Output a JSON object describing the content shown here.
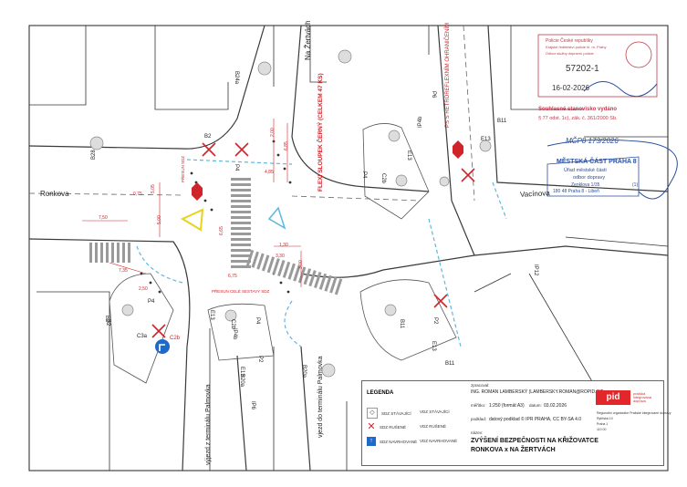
{
  "streets": {
    "ronkova": "Ronkova",
    "na_zertvach": "Na Žertvách",
    "vacinova": "Vacínova",
    "exit_terminal": "výjezd z terminálu Palmovka",
    "entry_terminal": "vjezd do terminálu Palmovka"
  },
  "annotations": {
    "flexi": "FLEXI SLOUPEK ČERNÝ (CELKEM 47 KS)",
    "presun_sdz": "PŘESUN SDZ",
    "presun_cele_sestavy": "PŘESUN CELÉ SESTAVY SDZ",
    "ps_retroreflex": "PS S RETROREFLEXNÍM OHRANIČENÍM"
  },
  "dimensions": [
    "2,00",
    "6,85",
    "4,85",
    "5,05",
    "6,65",
    "7,50",
    "7,35",
    "2,50",
    "6,75",
    "3,00",
    "1,30",
    "3,30",
    "5,00",
    "0,75"
  ],
  "signs": [
    "B28",
    "B2",
    "B2",
    "P4",
    "P4",
    "C2b",
    "E13",
    "E13",
    "B11",
    "B11",
    "P2",
    "IP4b",
    "C3a",
    "C2b",
    "E13",
    "P4",
    "B20a",
    "B20a",
    "IP6",
    "P6",
    "IP12",
    "E13",
    "IP4b",
    "C2b",
    "P2",
    "E13",
    "B2",
    "P4",
    "B24a",
    "B11"
  ],
  "stamp": {
    "office_line1": "Policie České republiky",
    "office_line2": "Krajské ředitelství policie hl. m. Prahy",
    "office_line3": "Odbor služby dopravní policie",
    "number": "57202-1",
    "date": "16-02-2026",
    "agree_line": "Souhlasné stanovisko vydáno",
    "agree_ref": "§ 77 odst. 1c), zák. č. 361/2000 Sb.",
    "ref_handwritten": "MČP8 173/2026"
  },
  "municipal_stamp": {
    "line1": "MĚSTSKÁ ČÁST PRAHA 8",
    "line2": "Úřad městské části",
    "line3": "odbor dopravy",
    "line4": "Zenklova 1/35",
    "line5": "180 48 Praha 8 - Libeň",
    "mark": "(1)"
  },
  "legend": {
    "title": "LEGENDA",
    "rows": [
      {
        "label": "SDZ STÁVAJÍCÍ",
        "vdz": "VDZ STÁVAJÍCÍ",
        "vdz_color": "#6b7e90"
      },
      {
        "label": "SDZ RUŠENÉ",
        "vdz": "VDZ RUŠENÉ",
        "vdz_color": "#e7d31d"
      },
      {
        "label": "SDZ NAVRHOVANÉ",
        "vdz": "VDZ NAVRHOVANÉ",
        "vdz_color": "#5db7e0"
      }
    ]
  },
  "title_block": {
    "processor_label": "zpracoval:",
    "processor": "ING. ROMAN LAMBERSKÝ (LAMBERSKY.ROMAN@ROPID.CZ)",
    "scale_label": "měřítko:",
    "scale": "1:250 (formát A3)",
    "date_label": "datum:",
    "date": "03.02.2026",
    "base_label": "podklad:",
    "base": "datový podklad © IPR PRAHA, CC BY-SA 4.0",
    "name_label": "název:",
    "title_line1": "ZVÝŠENÍ BEZPEČNOSTI NA KŘIŽOVATCE",
    "title_line2": "RONKOVA x NA ŽERTVÁCH",
    "pid_logo": "pid",
    "pid_subtitle": "pražská integrovaná doprava",
    "org_lines": [
      "Regionální organizátor Pražské integrované dopravy",
      "Rytířská 10",
      "Praha 1",
      "110 00"
    ]
  },
  "colors": {
    "road": "#3a3a3a",
    "crossing": "#9a9a9a",
    "stop": "#d0242b",
    "proposed": "#5db7e0",
    "cancelled_yellow": "#e7d31d",
    "dimension": "#d0242b"
  }
}
